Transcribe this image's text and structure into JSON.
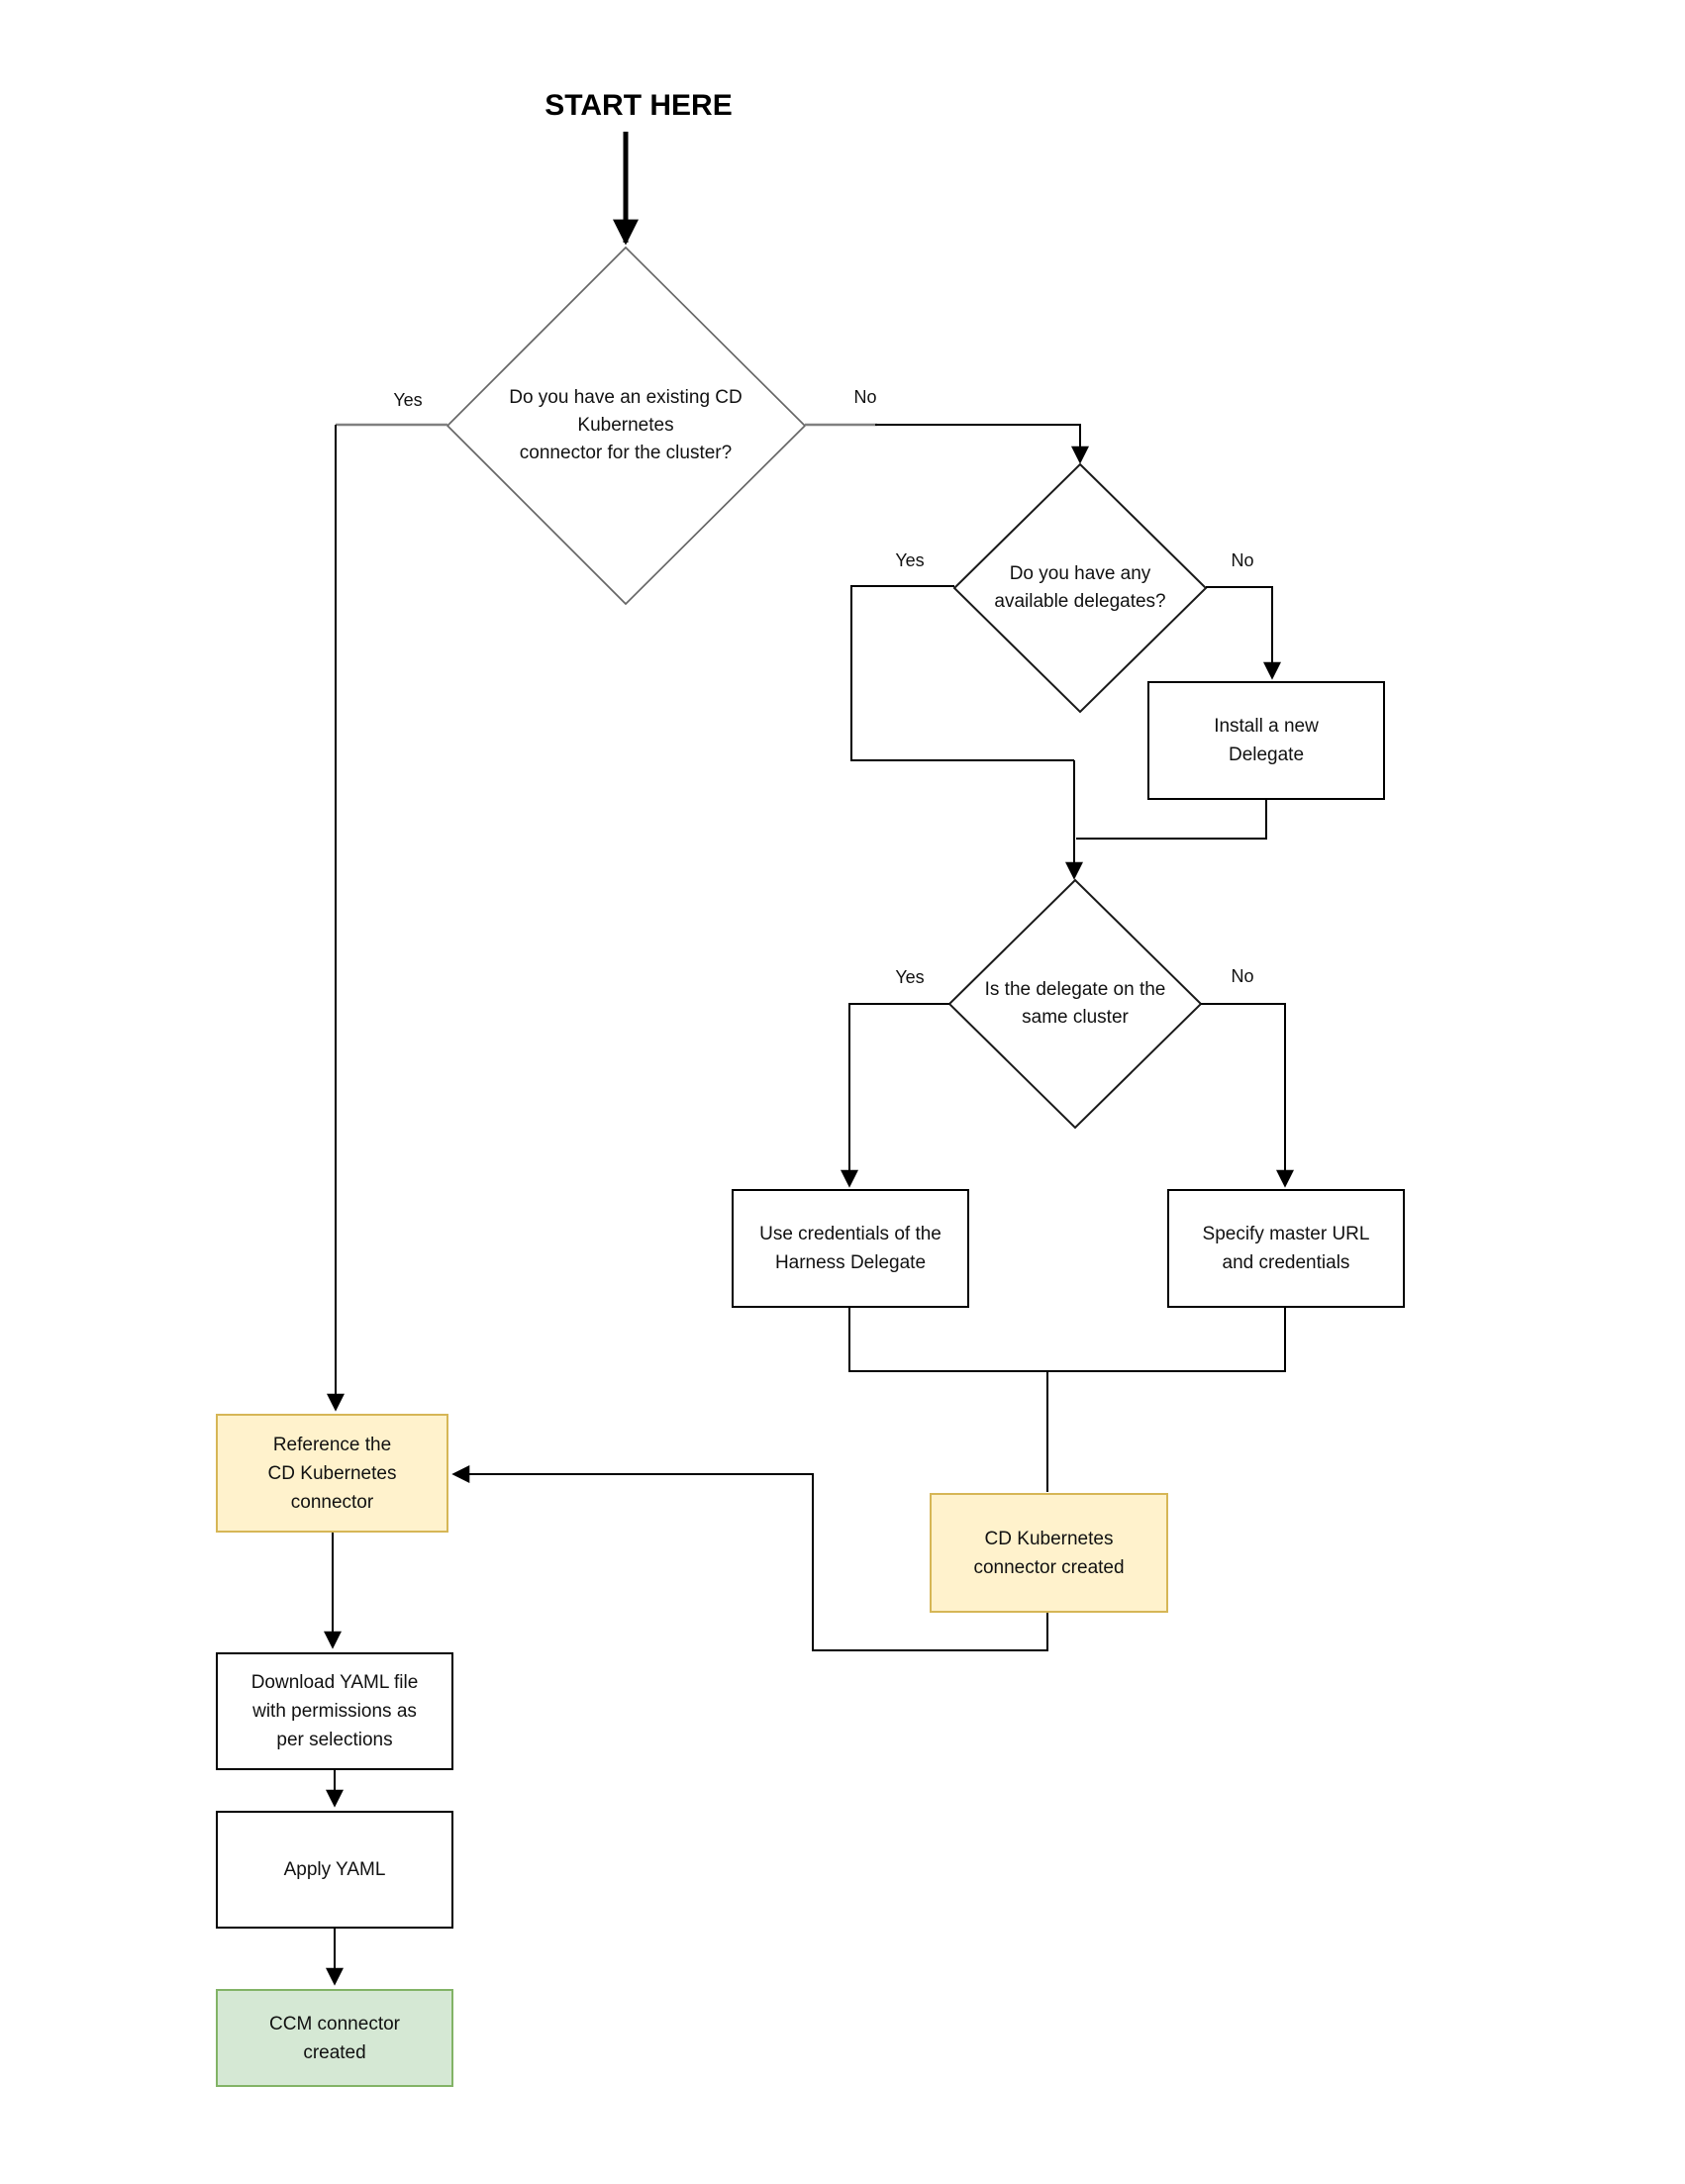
{
  "title": "START HERE",
  "palette": {
    "background": "#FFFFFF",
    "connector": "#000000",
    "decision1_stroke": "#666666",
    "decision_stroke": "#1A1A1A",
    "process_border": "#000000",
    "process_fill": "#FFFFFF",
    "yellow_fill": "#FFF2CC",
    "yellow_border": "#D6B656",
    "green_fill": "#D5E8D4",
    "green_border": "#82B366",
    "text_color": "#111111"
  },
  "decisions": [
    {
      "question": "Do you have an existing CD\nKubernetes\nconnector for the cluster?",
      "yes": "Yes",
      "no": "No"
    },
    {
      "question": "Do you have any\navailable delegates?",
      "yes": "Yes",
      "no": "No"
    },
    {
      "question": "Is the delegate on the\nsame cluster",
      "yes": "Yes",
      "no": "No"
    }
  ],
  "processes": {
    "install_delegate": "Install a new\nDelegate",
    "use_credentials": "Use credentials of the\nHarness Delegate",
    "specify_master_url": "Specify master URL\nand credentials",
    "cd_connector_created": "CD Kubernetes\nconnector created",
    "reference_connector": "Reference the\nCD Kubernetes\nconnector",
    "download_yaml": "Download YAML file\nwith permissions as\nper selections",
    "apply_yaml": "Apply YAML",
    "ccm_connector_created": "CCM connector\ncreated"
  }
}
